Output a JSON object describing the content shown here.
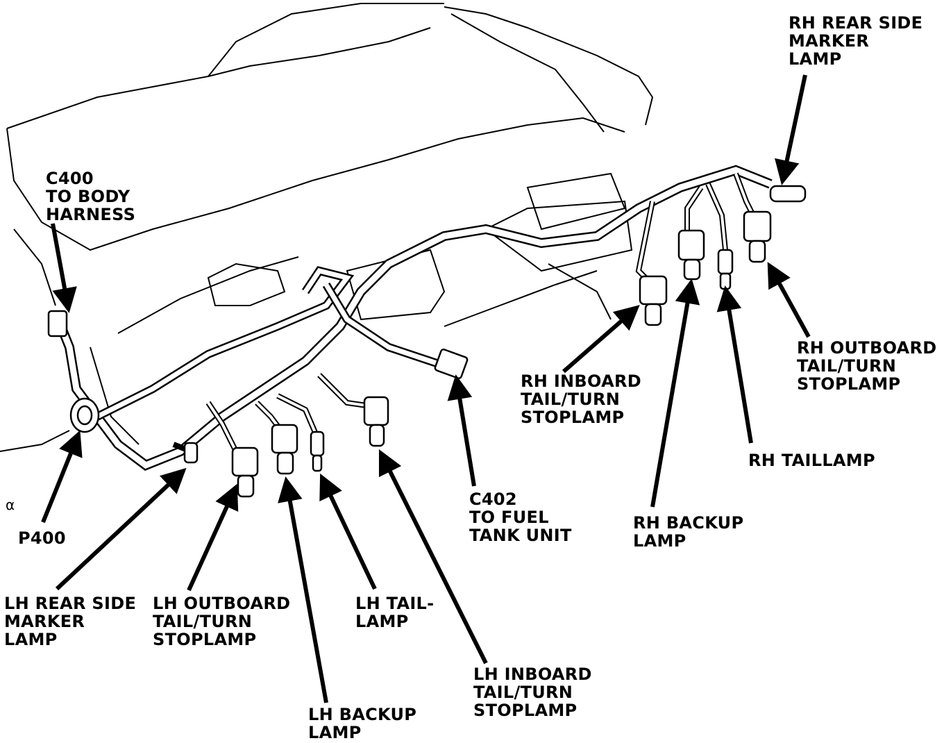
{
  "labels": {
    "rh_rear_side_marker": [
      "RH REAR SIDE",
      "MARKER",
      "LAMP"
    ],
    "c400": [
      "C400",
      "TO BODY",
      "HARNESS"
    ],
    "rh_outboard": [
      "RH OUTBOARD",
      "TAIL/TURN",
      "STOPLAMP"
    ],
    "rh_inboard": [
      "RH INBOARD",
      "TAIL/TURN",
      "STOPLAMP"
    ],
    "rh_taillamp": [
      "RH TAILLAMP"
    ],
    "rh_backup": [
      "RH BACKUP",
      "LAMP"
    ],
    "c402": [
      "C402",
      "TO FUEL",
      "TANK UNIT"
    ],
    "p400": [
      "P400"
    ],
    "lh_rear_side_marker": [
      "LH REAR SIDE",
      "MARKER",
      "LAMP"
    ],
    "lh_outboard": [
      "LH OUTBOARD",
      "TAIL/TURN",
      "STOPLAMP"
    ],
    "lh_tail": [
      "LH TAIL-",
      "LAMP"
    ],
    "lh_inboard": [
      "LH INBOARD",
      "TAIL/TURN",
      "STOPLAMP"
    ],
    "lh_backup": [
      "LH BACKUP",
      "LAMP"
    ],
    "corner_mark": "α"
  }
}
